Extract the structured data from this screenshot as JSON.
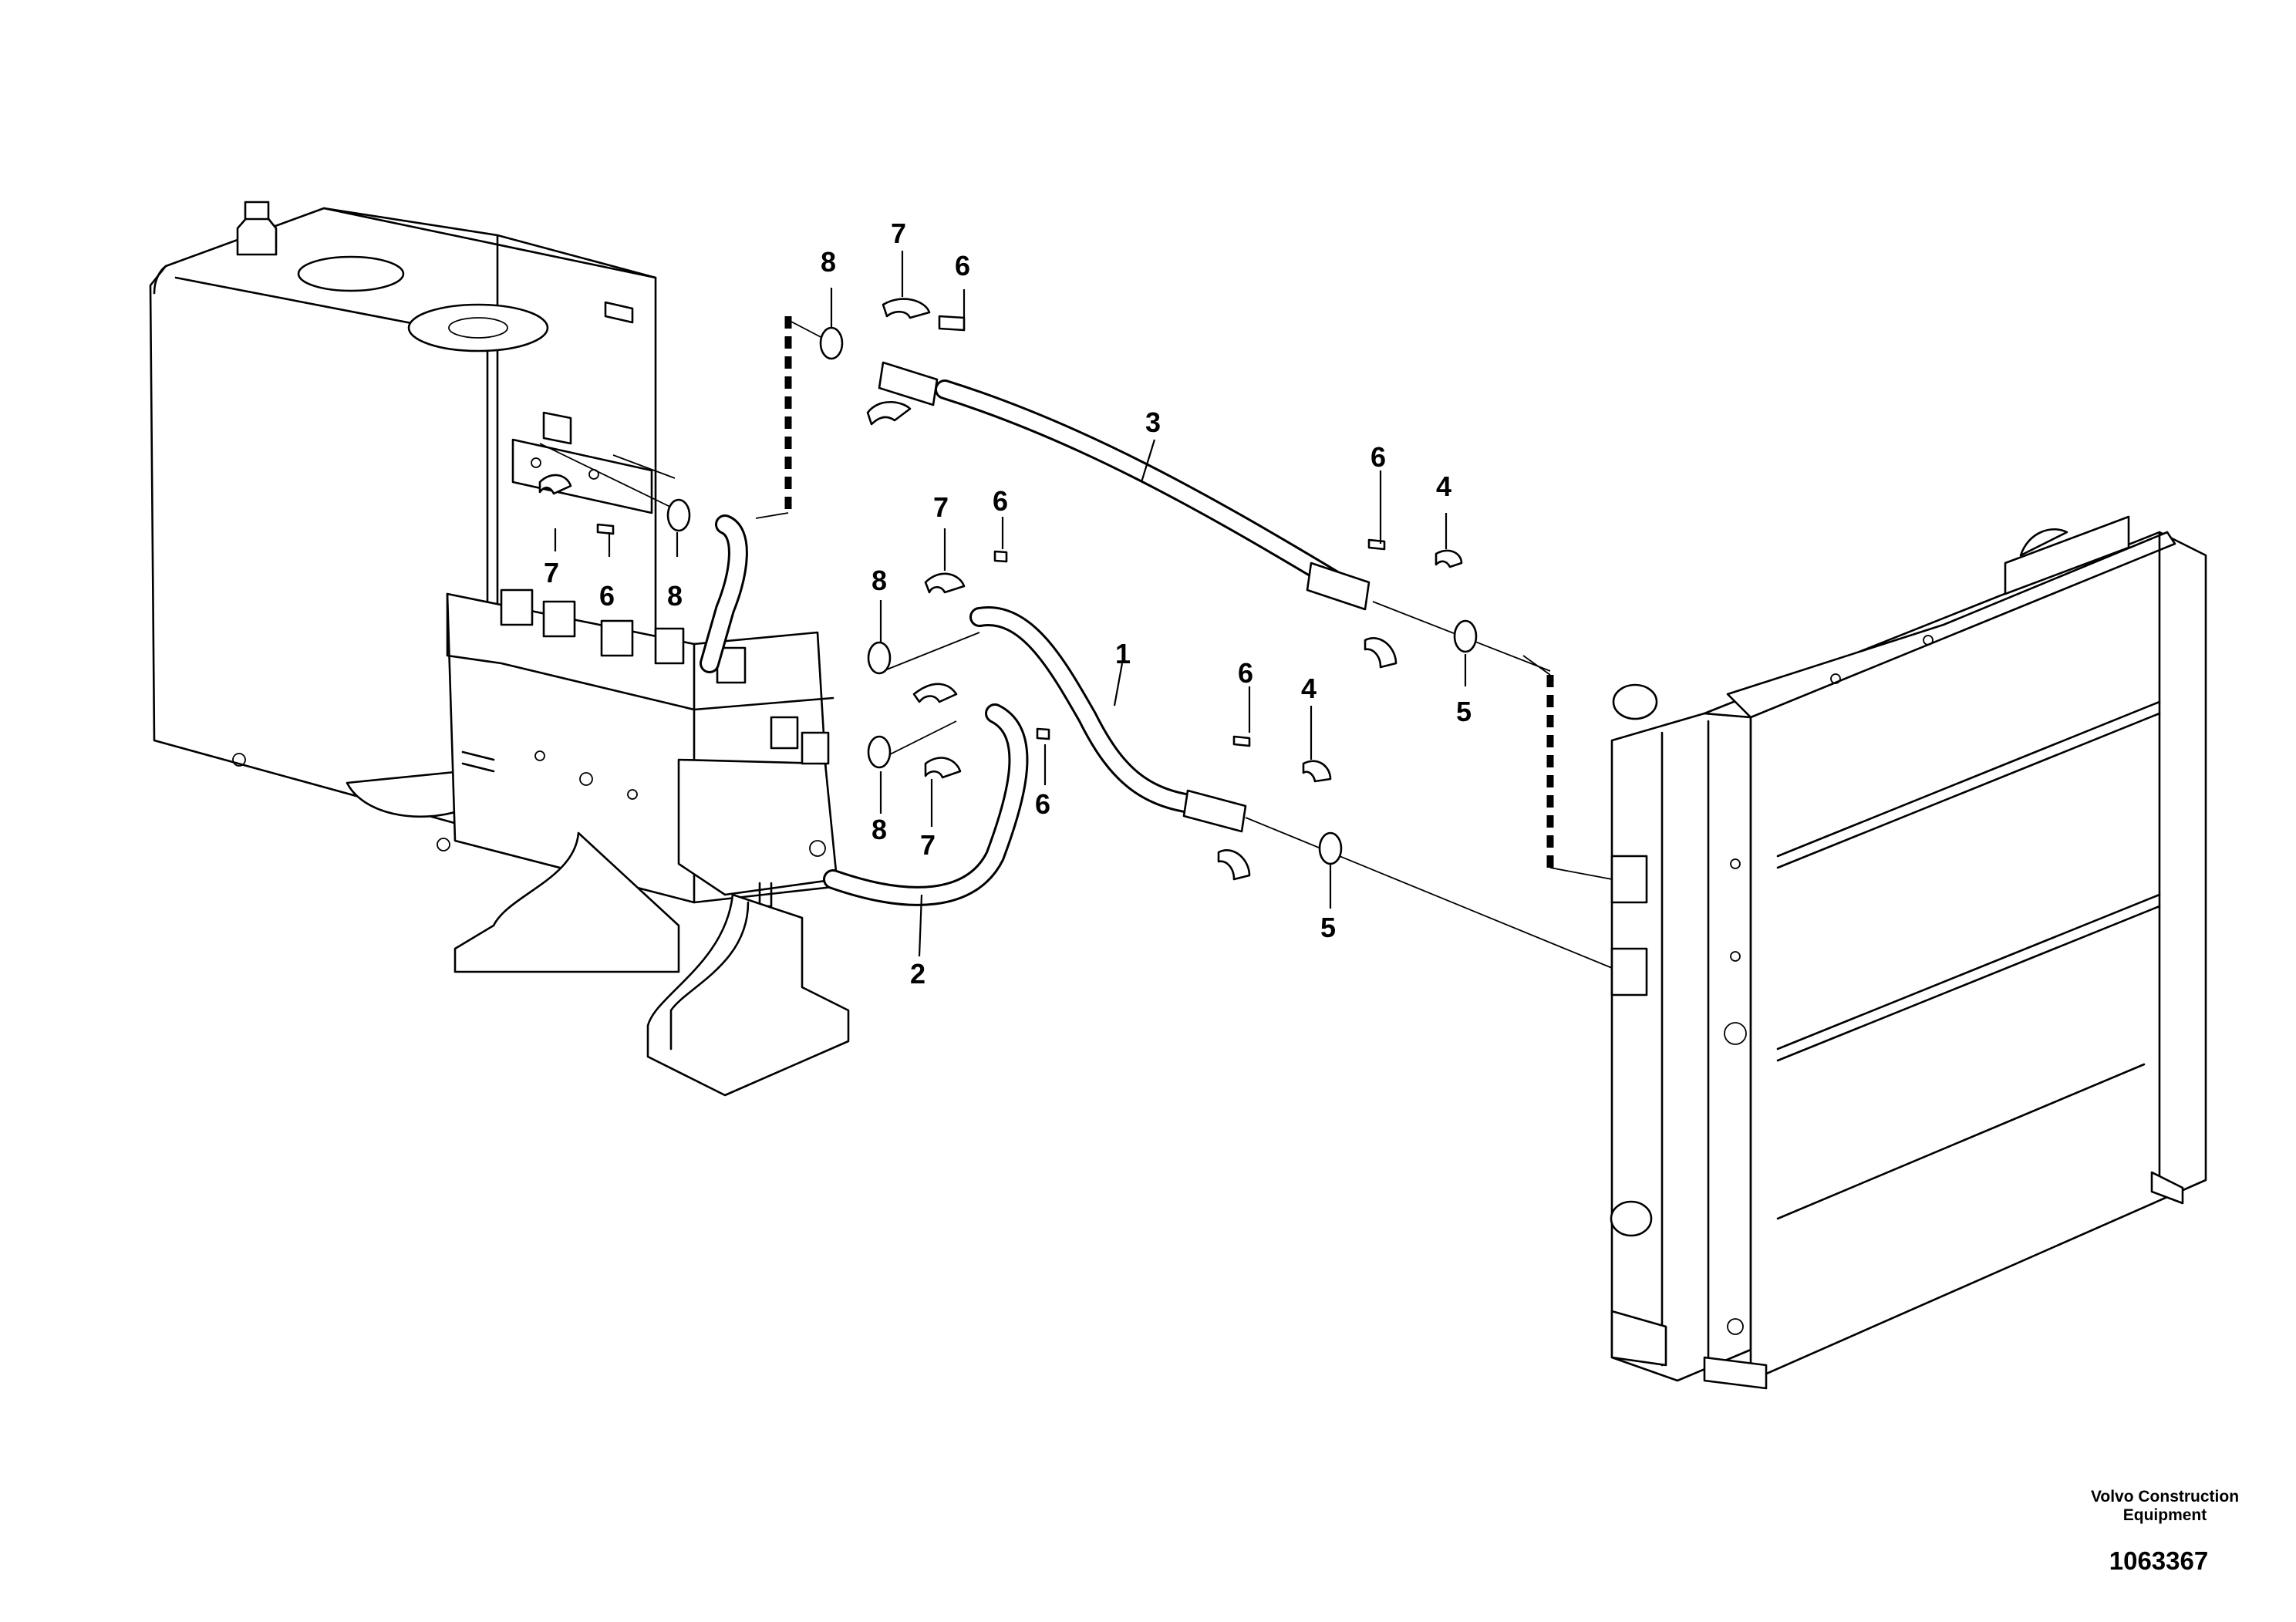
{
  "diagram": {
    "callouts": [
      "1",
      "2",
      "3",
      "4",
      "5",
      "6",
      "7",
      "8"
    ],
    "components": [
      "hydraulic-tank",
      "control-valve",
      "oil-cooler",
      "hose-1",
      "hose-2",
      "hose-3"
    ]
  },
  "footer": {
    "brand_line1": "Volvo Construction",
    "brand_line2": "Equipment",
    "document_number": "1063367"
  }
}
